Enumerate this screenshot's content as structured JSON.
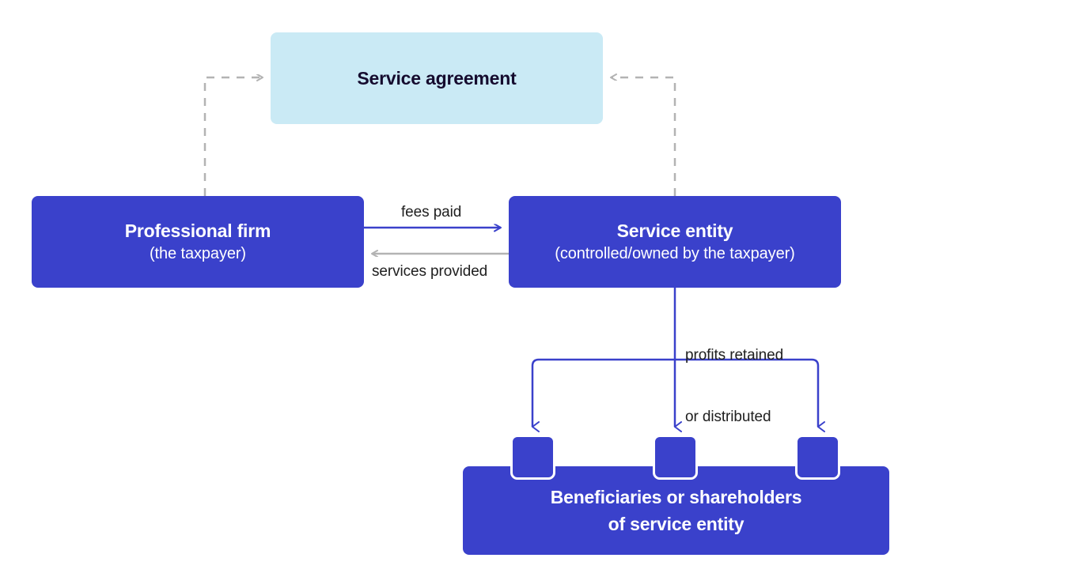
{
  "diagram": {
    "title": "Service entity arrangement flow diagram",
    "colors": {
      "primary_blue": "#3a41cb",
      "light_blue": "#caeaf5",
      "dashed_gray": "#b3b3b3",
      "gray_arrow": "#b3b3b3",
      "dark_text": "#150b2e",
      "label_text": "#202020",
      "white": "#ffffff"
    },
    "nodes": {
      "service_agreement": {
        "title": "Service agreement",
        "subtitle": ""
      },
      "professional_firm": {
        "title": "Professional firm",
        "subtitle": "(the taxpayer)"
      },
      "service_entity": {
        "title": "Service entity",
        "subtitle": "(controlled/owned by the taxpayer)"
      },
      "beneficiaries": {
        "title_line1": "Beneficiaries or shareholders",
        "title_line2": "of service entity"
      }
    },
    "edge_labels": {
      "fees_paid": "fees paid",
      "services_provided": "services provided",
      "profits_line1": "profits retained",
      "profits_line2": "or distributed"
    }
  }
}
